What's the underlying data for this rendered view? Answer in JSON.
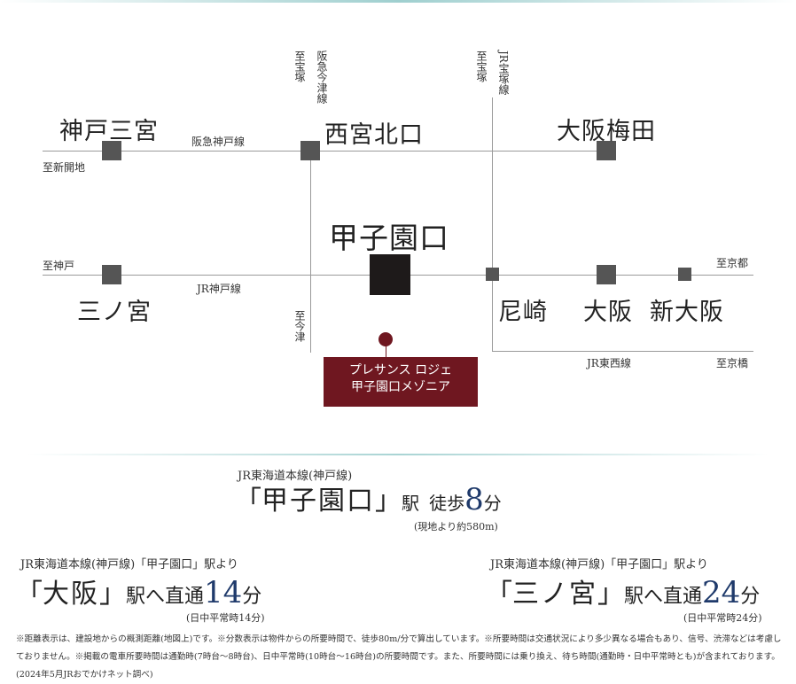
{
  "map": {
    "stations": {
      "kobe_sannomiya": "神戸三宮",
      "nishinomiya_kitaguchi": "西宮北口",
      "osaka_umeda": "大阪梅田",
      "koshienguchi": "甲子園口",
      "sannomiya": "三ノ宮",
      "amagasaki": "尼崎",
      "osaka": "大阪",
      "shin_osaka": "新大阪"
    },
    "lines": {
      "hankyu_kobe": "阪急神戸線",
      "jr_kobe": "JR神戸線",
      "jr_tozai": "JR東西線",
      "hankyu_imazu": "阪急今津線",
      "jr_takarazuka": "JR宝塚線"
    },
    "directions": {
      "to_shinkaichi": "至新開地",
      "to_takarazuka_1": "至宝塚",
      "to_takarazuka_2": "至宝塚",
      "to_kobe": "至神戸",
      "to_kyoto": "至京都",
      "to_imazu": "至今津",
      "to_kyobashi": "至京橋"
    },
    "property": {
      "line1": "プレサンス ロジェ",
      "line2": "甲子園口メゾニア"
    }
  },
  "access": {
    "main": {
      "line": "JR東海道本線(神戸線)",
      "open": "「",
      "station": "甲子園口",
      "close": "」",
      "eki": "駅",
      "walk": "徒歩",
      "minutes": "8",
      "unit": "分",
      "distance": "(現地より約580m)"
    },
    "left": {
      "header": "JR東海道本線(神戸線)「甲子園口」駅より",
      "open": "「",
      "station": "大阪",
      "close": "」",
      "suffix": "駅へ直通",
      "minutes": "14",
      "unit": "分",
      "note": "(日中平常時14分)"
    },
    "right": {
      "header": "JR東海道本線(神戸線)「甲子園口」駅より",
      "open": "「",
      "station": "三ノ宮",
      "close": "」",
      "suffix": "駅へ直通",
      "minutes": "24",
      "unit": "分",
      "note": "(日中平常時24分)"
    }
  },
  "footnote": "※距離表示は、建設地からの概測距離(地図上)です。※分数表示は物件からの所要時間で、徒歩80m/分で算出しています。※所要時間は交通状況により多少異なる場合もあり、信号、渋滞などは考慮しておりません。※掲載の電車所要時間は通勤時(7時台～8時台)、日中平常時(10時台～16時台)の所要時間です。また、所要時間には乗り換え、待ち時間(通勤時・日中平常時とも)が含まれております。(2024年5月JRおでかけネット調べ)",
  "colors": {
    "accent": "#6f1720",
    "station": "#555555",
    "line": "#9a9a9a",
    "blue": "#1f3a6b"
  }
}
